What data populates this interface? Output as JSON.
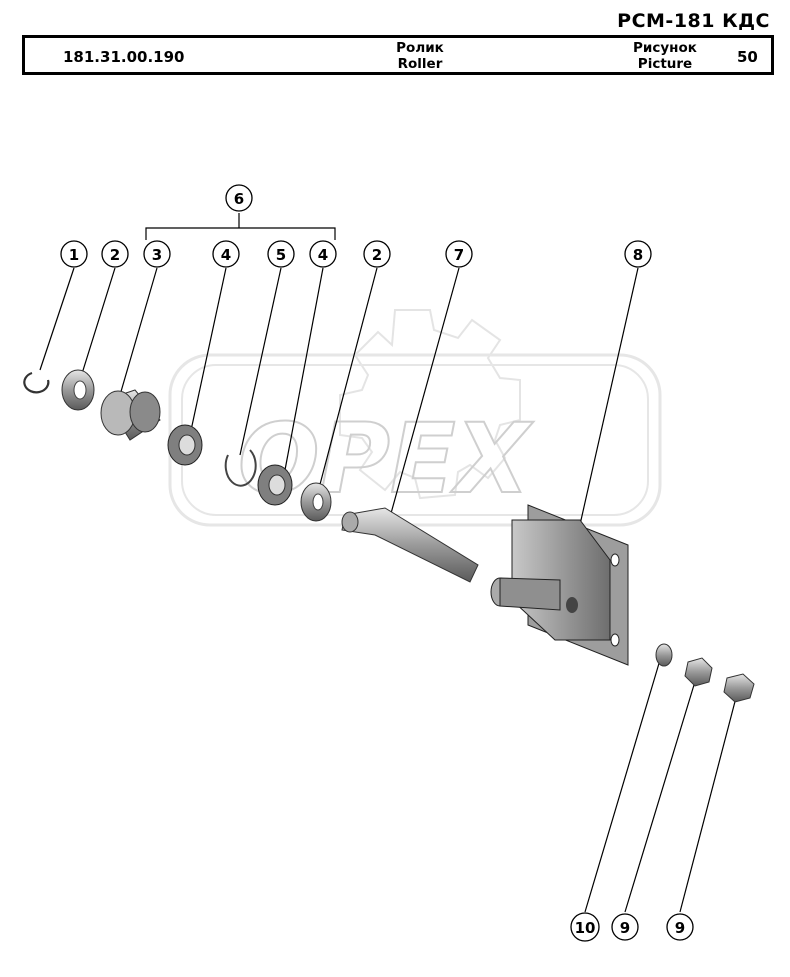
{
  "header": {
    "model": "РСМ-181 КДС",
    "part_code": "181.31.00.190",
    "name_ru": "Ролик",
    "name_en": "Roller",
    "picture_ru": "Рисунок",
    "picture_en": "Picture",
    "picture_number": "50"
  },
  "watermark": {
    "text": "OPEX"
  },
  "callouts": {
    "c1": "1",
    "c2a": "2",
    "c3": "3",
    "c4a": "4",
    "c5": "5",
    "c4b": "4",
    "c2b": "2",
    "c7": "7",
    "c8": "8",
    "c6": "6",
    "c10": "10",
    "c9a": "9",
    "c9b": "9"
  }
}
